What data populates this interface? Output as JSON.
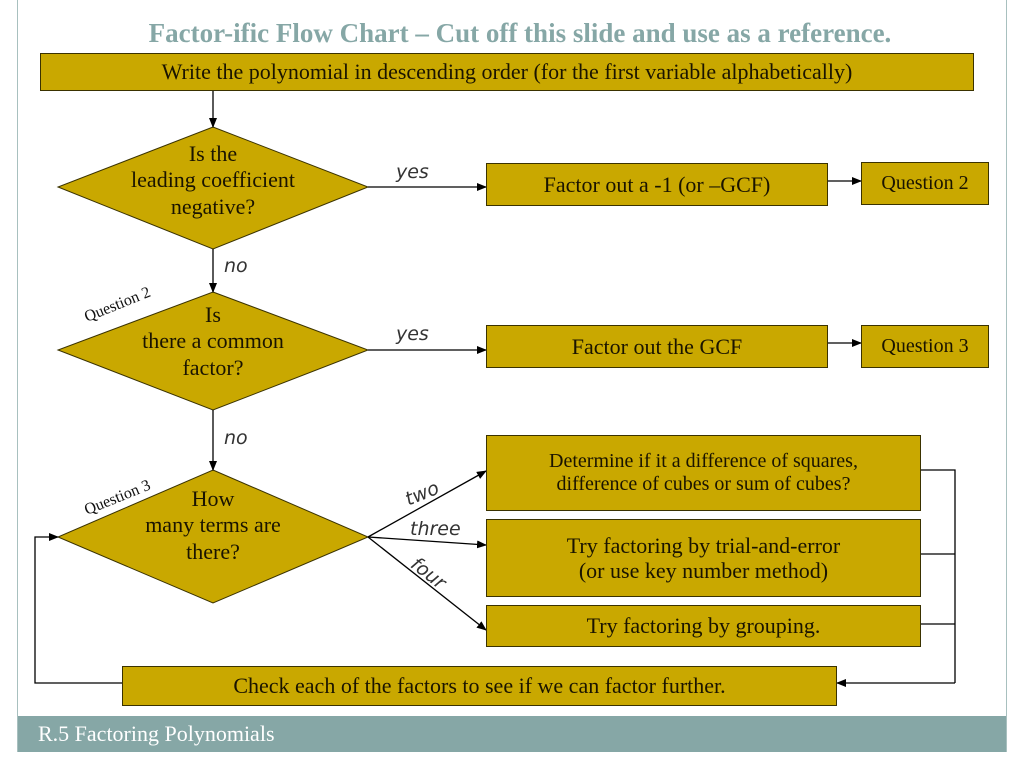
{
  "slide": {
    "title": "Factor-ific Flow Chart – Cut off this slide and use as a reference.",
    "footer": "R.5 Factoring Polynomials"
  },
  "boxes": {
    "start": "Write the polynomial in descending order (for the first variable alphabetically)",
    "factor_neg": "Factor out a -1 (or –GCF)",
    "goto_q2": "Question 2",
    "factor_gcf": "Factor out the GCF",
    "goto_q3": "Question 3",
    "two_terms_line1": "Determine if it a difference of squares,",
    "two_terms_line2": "difference of cubes or sum of cubes?",
    "three_terms_line1": "Try factoring by trial-and-error",
    "three_terms_line2": "(or use key number method)",
    "four_terms": "Try factoring by grouping.",
    "check": "Check each of the factors to see if we can factor further."
  },
  "decisions": {
    "d1": {
      "line1": "Is the",
      "line2": "leading coefficient",
      "line3": "negative?"
    },
    "d2": {
      "line1": "Is",
      "line2": "there a common",
      "line3": "factor?",
      "tag": "Question 2"
    },
    "d3": {
      "line1": "How",
      "line2": "many terms are",
      "line3": "there?",
      "tag": "Question 3"
    }
  },
  "edge_labels": {
    "d1_yes": "yes",
    "d1_no": "no",
    "d2_yes": "yes",
    "d2_no": "no",
    "two": "two",
    "three": "three",
    "four": "four"
  },
  "colors": {
    "box_fill": "#c9a800",
    "accent": "#86a7a6",
    "line": "#000000"
  }
}
